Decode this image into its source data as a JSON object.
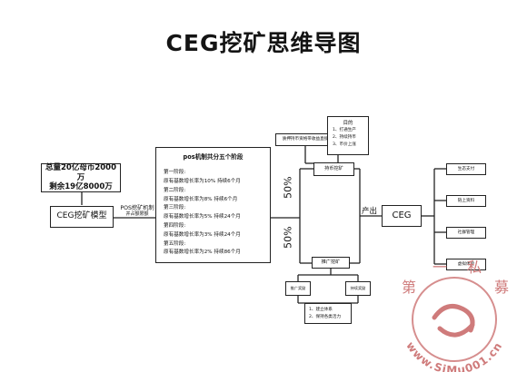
{
  "title": "CEG挖矿思维导图",
  "left": {
    "totals": [
      "总量20亿母币2000万",
      "剩余19亿8000万"
    ],
    "model": "CEG挖矿模型",
    "edge_label": [
      "POS挖矿机制",
      "并占额限额"
    ]
  },
  "stages": {
    "heading": "pos机制共分五个阶段",
    "lines": [
      "第一阶段:",
      "原有基数增长率为10%  持续6个月",
      "第二阶段:",
      "原有基数增长率为8%  持续6个月",
      "第三阶段:",
      "原有基数增长率为5%  持续24个月",
      "第四阶段:",
      "原有基数增长率为3%  持续24个月",
      "第五阶段:",
      "原有基数增长率为2%  持续86个月"
    ]
  },
  "split": {
    "top_pct": "50%",
    "bottom_pct": "50%"
  },
  "mining": {
    "top_note": "质押持币资格带收益直接",
    "hold": "持币挖矿",
    "purpose_title": "目的",
    "purpose_items": [
      "1、打通生产",
      "2、持续持币",
      "3、币价上涨"
    ],
    "promote": "推广挖矿",
    "sub_left": "推广奖励",
    "sub_right": "持续奖励",
    "bottom_items": [
      "1、建立体系",
      "2、保持各类活力"
    ]
  },
  "output": {
    "label": "产出",
    "node": "CEG"
  },
  "uses": [
    "生态支付",
    "链上资料",
    "社群管理",
    "虚拟体验"
  ],
  "watermark": {
    "text": "www.SiMu001.cn",
    "chars": [
      "第",
      "一",
      "私",
      "募"
    ]
  },
  "colors": {
    "line": "#222222",
    "watermark": "#cf7b7b"
  }
}
